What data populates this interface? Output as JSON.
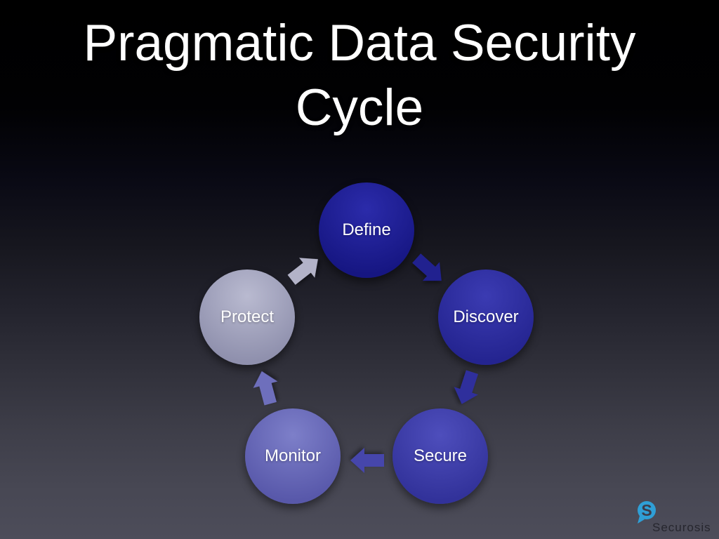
{
  "slide": {
    "title": "Pragmatic Data Security Cycle",
    "title_lines": [
      "Pragmatic Data Security",
      "Cycle"
    ],
    "background_top_color": "#000000",
    "background_bottom_color": "#4d4d5a"
  },
  "cycle": {
    "direction": "clockwise",
    "steps": [
      {
        "label": "Define",
        "color_top": "#2b2baa",
        "color_bottom": "#161682",
        "arrow_color": "#21218f"
      },
      {
        "label": "Discover",
        "color_top": "#3b3bb2",
        "color_bottom": "#242490",
        "arrow_color": "#2f2f9c"
      },
      {
        "label": "Secure",
        "color_top": "#4e4ebc",
        "color_bottom": "#32329a",
        "arrow_color": "#4646ab"
      },
      {
        "label": "Monitor",
        "color_top": "#7d7fc9",
        "color_bottom": "#5858aa",
        "arrow_color": "#6e6fbc"
      },
      {
        "label": "Protect",
        "color_top": "#b9bad0",
        "color_bottom": "#8f90ad",
        "arrow_color": "#b3b3c8"
      }
    ]
  },
  "footer": {
    "logo_text": "Securosis",
    "logo_icon": "securosis-s-icon",
    "logo_icon_color": "#2f9fd6",
    "logo_text_color": "#26262e"
  }
}
